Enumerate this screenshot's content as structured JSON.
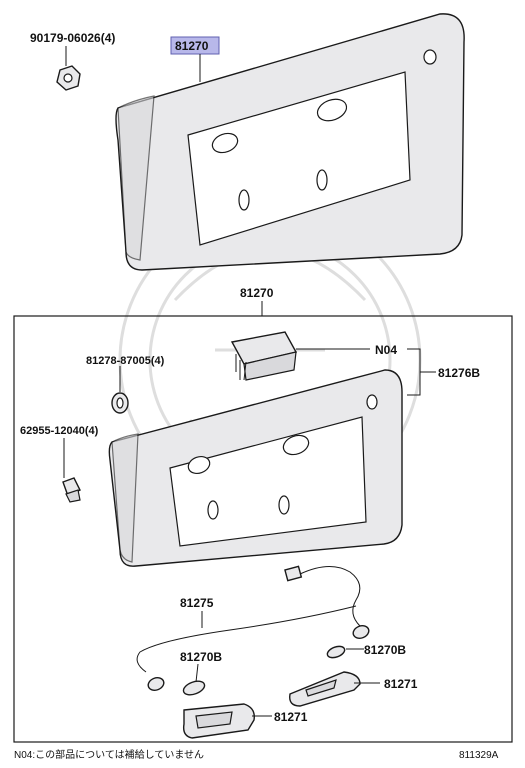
{
  "labels": {
    "nut": "90179-06026(4)",
    "top_part": "81270",
    "assembly": "81270",
    "clip": "81278-87005(4)",
    "screw": "62955-12040(4)",
    "connector": "N04",
    "bracket": "81276B",
    "harness": "81275",
    "bulb_left": "81270B",
    "bulb_right": "81270B",
    "lamp_right": "81271",
    "lamp_left": "81271"
  },
  "footer": {
    "note": "N04:この部品については補給していません",
    "figure_code": "811329A"
  },
  "colors": {
    "highlight": "#b8b8ea",
    "part_fill": "#e9e9eb",
    "line": "#1a1a1a"
  }
}
